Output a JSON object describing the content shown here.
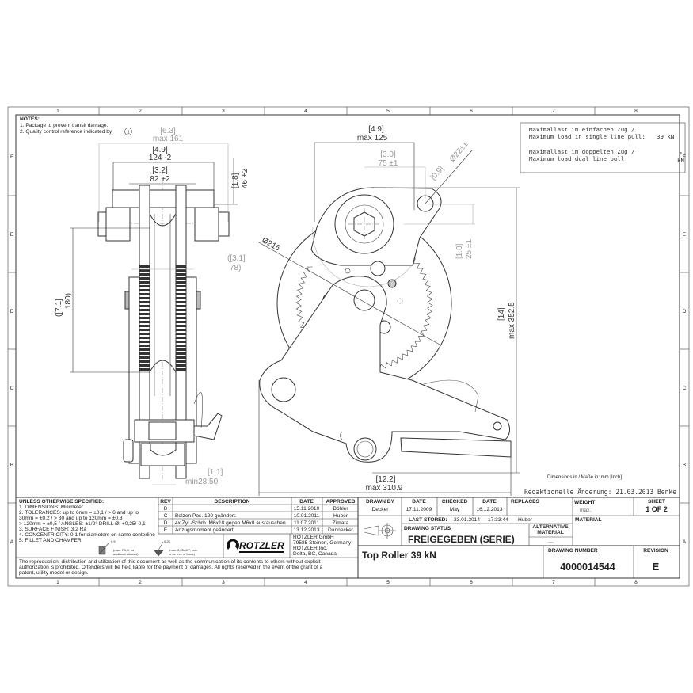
{
  "grid": {
    "columns": [
      "1",
      "2",
      "3",
      "4",
      "5",
      "6",
      "7",
      "8"
    ],
    "rows": [
      "F",
      "E",
      "D",
      "C",
      "B",
      "A"
    ]
  },
  "notes": {
    "title": "NOTES:",
    "items": [
      "1. Package to prevent transit damage.",
      "2. Quality control reference indicated by"
    ],
    "qc_symbol": "1"
  },
  "load_box": {
    "line1": "Maximallast im einfachen Zug /",
    "line2": "Maximum load in single line pull:",
    "value1": "39 kN",
    "line3": "Maximallast im doppelten Zug /",
    "line4": "Maximum load dual line pull:",
    "value2": "kN",
    "value2_marker": "F"
  },
  "dimensions": {
    "side_view": {
      "overall_inch": "[6.3]",
      "overall": "max  161",
      "width_inch": "[4.9]",
      "width": "124 -2",
      "inner_inch": "[3.2]",
      "inner": "82  +2",
      "top_inch": "[1.8]",
      "top": "46 +2",
      "mid_inch": "([3.1]",
      "mid": "78)",
      "height_inch": "([7.1]",
      "height": "180)",
      "min_inch": "[1.1]",
      "min": "min28.50"
    },
    "front_view": {
      "width_inch": "[4.9]",
      "width": "max  125",
      "center_inch": "[3.0]",
      "center": "75  ±1",
      "hole_inch": "[0.9]",
      "hole": "Ø22±1",
      "diameter": "Ø216",
      "offset_inch": "[1.0]",
      "offset": "25  ±1",
      "height_inch": "[14]",
      "height": "max 352.5",
      "length_inch": "[12.2]",
      "length": "max  310.9"
    },
    "units_note": "Dimensions in / Maße in: mm [Inch]",
    "edit_note": "Redaktionelle Änderung: 21.03.2013 Benke"
  },
  "spec": {
    "title": "UNLESS OTHERWISE SPECIFIED:",
    "lines": [
      "1. DIMENSIONS: Millimeter",
      "2. TOLERANCES:  up to 6mm = ±0,1 / > 6 and up to",
      "   30mm = ±0,2 / > 30 and up to 120mm =  ±0,3",
      "   > 120mm = ±0,5 / ANGLES:  ±1/2° DRILL Ø: +0,25/-0,1",
      "3. SURFACE FINISH: 3,2 Ra",
      "4. CONCENTRICITY: 0,1 for diameters on same centerline",
      "5. FILLET AND CHAMFER:"
    ],
    "fillet_note": [
      "(max. R0,8; no",
      "undercut allowed)"
    ],
    "fillet_value": "0,5",
    "chamfer_note": [
      "(max. 0,25x45°; has",
      "to be free of burrs)"
    ],
    "chamfer_value": "0,25"
  },
  "revisions": {
    "headers": [
      "REV",
      "DESCRIPTION",
      "DATE",
      "APPROVED"
    ],
    "rows": [
      {
        "rev": "B",
        "desc": "",
        "date": "15.11.2010",
        "by": "Böhler"
      },
      {
        "rev": "C",
        "desc": "Bolzen Pos. 120 geändert.",
        "date": "10.01.2011",
        "by": "Huber"
      },
      {
        "rev": "D",
        "desc": "4x Zyl.-Schrb. M6x10 gegen M6x8 austauschen",
        "date": "11.07.2011",
        "by": "Zimara"
      },
      {
        "rev": "E",
        "desc": "Anzugsmoment geändert",
        "date": "13.12.2013",
        "by": "Dannecker"
      }
    ]
  },
  "company": {
    "logo": "ROTZLER",
    "lines": [
      "ROTZLER GmbH",
      "79585 Steinen, Germany",
      "ROTZLER Inc.",
      "Delta, BC, Canada"
    ]
  },
  "copyright": [
    "The reproduction, distribution and utilization of this document as well as the communication of its contents to others without explicit",
    "authorization is prohibited. Offenders will be held liable for the payment of damages. All rights reserved in the event of the grant of a",
    "patent, utility model or design."
  ],
  "title_block": {
    "drawn_by_label": "DRAWN BY",
    "drawn_by": "Decker",
    "date_label": "DATE",
    "date": "17.11.2009",
    "checked_label": "CHECKED",
    "checked": "May",
    "date2_label": "DATE",
    "date2": "16.12.2013",
    "replaces_label": "REPLACES",
    "weight_label": "WEIGHT",
    "weight": "max.",
    "sheet_label": "SHEET",
    "sheet": "1 OF 2",
    "last_stored_label": "LAST STORED:",
    "last_stored_date": "23.01.2014",
    "last_stored_time": "17:33:44",
    "last_stored_by": "Huber",
    "material_label": "MATERIAL",
    "status_label": "DRAWING STATUS",
    "status": "FREIGEGEBEN (SERIE)",
    "alt_material_label1": "ALTERNATIVE",
    "alt_material_label2": "MATERIAL",
    "alt_material": "—",
    "title": "Top Roller 39 kN",
    "drawing_number_label": "DRAWING NUMBER",
    "drawing_number": "4000014544",
    "revision_label": "REVISION",
    "revision": "E"
  }
}
